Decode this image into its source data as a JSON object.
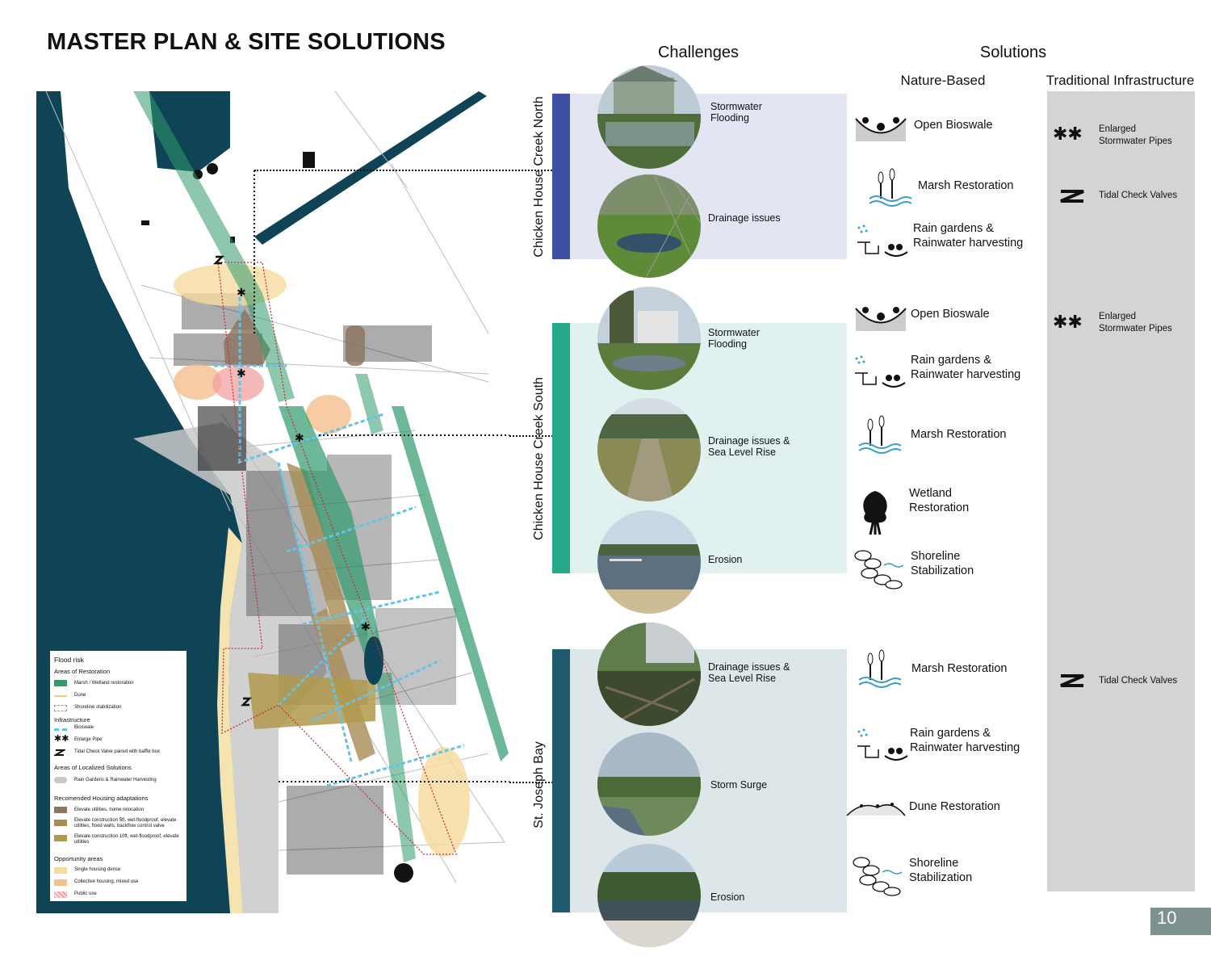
{
  "page_title": "MASTER PLAN & SITE SOLUTIONS",
  "headers": {
    "challenges": "Challenges",
    "solutions": "Solutions",
    "nature_based": "Nature-Based",
    "traditional": "Traditional Infrastructure"
  },
  "sections": [
    {
      "name": "Chicken House Creek North",
      "color": "#3d50a3",
      "challenges": [
        "Stormwater\nFlooding",
        "Drainage issues"
      ],
      "nature_based": [
        "Open Bioswale",
        "Marsh Restoration",
        "Rain gardens &\nRainwater harvesting"
      ],
      "traditional": [
        "Enlarged\nStormwater Pipes",
        "Tidal Check Valves"
      ]
    },
    {
      "name": "Chicken House Creek South",
      "color": "#26a98b",
      "challenges": [
        "Stormwater\nFlooding",
        "Drainage issues &\nSea Level Rise",
        "Erosion"
      ],
      "nature_based": [
        "Open Bioswale",
        "Rain gardens &\nRainwater harvesting",
        "Marsh Restoration",
        "Wetland\nRestoration",
        "Shoreline\nStabilization"
      ],
      "traditional": [
        "Enlarged\nStormwater Pipes"
      ]
    },
    {
      "name": "St. Joseph Bay",
      "color": "#1f5b6e",
      "challenges": [
        "Drainage issues &\nSea Level Rise",
        "Storm Surge",
        "Erosion"
      ],
      "nature_based": [
        "Marsh Restoration",
        "Rain gardens &\nRainwater harvesting",
        "Dune Restoration",
        "Shoreline\nStabilization"
      ],
      "traditional": [
        "Tidal Check Valves"
      ]
    }
  ],
  "legend": {
    "title": "Flood risk",
    "restoration_heading": "Areas of Restoration",
    "restoration_items": [
      "Marsh / Wetland restoration",
      "Dune",
      "Shoreline stabilization"
    ],
    "infrastructure_heading": "Infrastructure",
    "infrastructure_items": [
      "Bioswale",
      "Enlarge Pipe",
      "Tidal Check Valve paired with baffle box"
    ],
    "localized_heading": "Areas of Localized Solutions",
    "localized_items": [
      "Rain Gardens & Rainwater Harvesting"
    ],
    "housing_heading": "Recomended Housing adaptations",
    "housing_items": [
      "Elevate utilities, home relocation",
      "Elevate construction 5ft, wet-floodproof, elevate utilities, flood walls, backflow control valve",
      "Elevate construction 10ft, wet-floodproof, elevate utilities"
    ],
    "opportunity_heading": "Opportunity areas",
    "opportunity_items": [
      "Single housing dense",
      "Collective housing, mixed use",
      "Public use"
    ]
  },
  "page_number": "10",
  "colors": {
    "water": "#0e4456",
    "marsh": "#2f9a6c",
    "panel_north": "#e3e6f2",
    "panel_south": "#e1f1ef",
    "panel_bay": "#dde6e9",
    "traditional_bg": "#d3d4d5",
    "page_number_bg": "#7d918f"
  }
}
